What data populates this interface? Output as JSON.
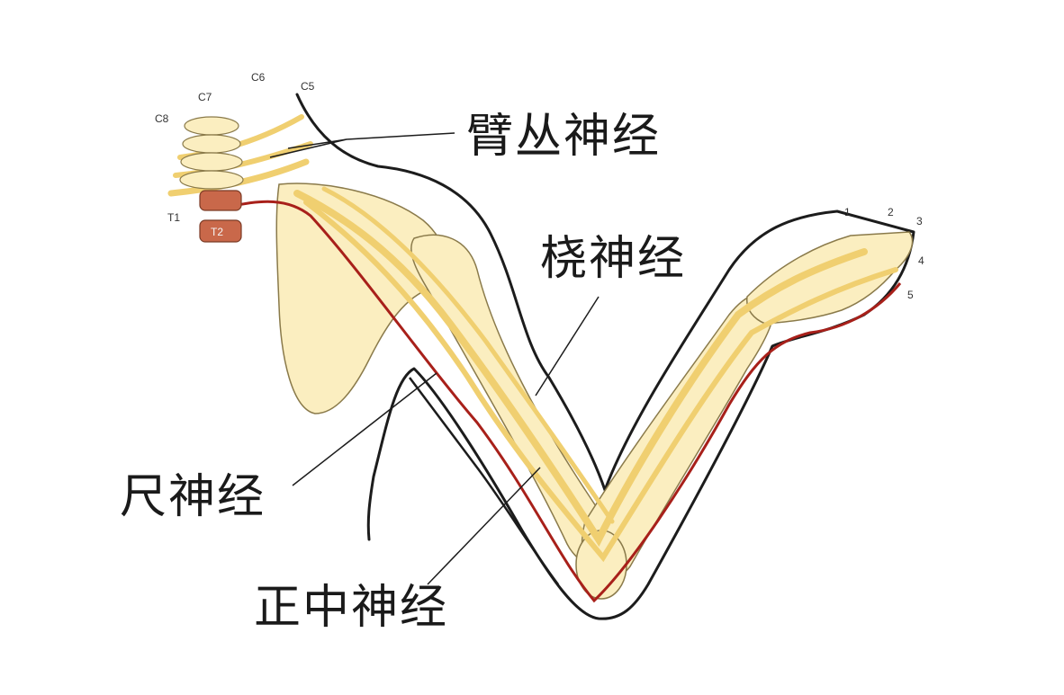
{
  "labels": {
    "brachial_plexus": "臂丛神经",
    "radial_nerve": "桡神经",
    "ulnar_nerve": "尺神经",
    "median_nerve": "正中神经"
  },
  "spine_labels": {
    "c5": "C5",
    "c6": "C6",
    "c7": "C7",
    "c8": "C8",
    "t1": "T1",
    "t2": "T2"
  },
  "finger_numbers": [
    "1",
    "2",
    "3",
    "4",
    "5"
  ],
  "colors": {
    "nerve": "#f3d98a",
    "nerve_dark": "#e0b84e",
    "bone": "#fbeec0",
    "artery": "#a8201a",
    "vertebra": "#c9684a",
    "outline": "#1c1c1c"
  }
}
